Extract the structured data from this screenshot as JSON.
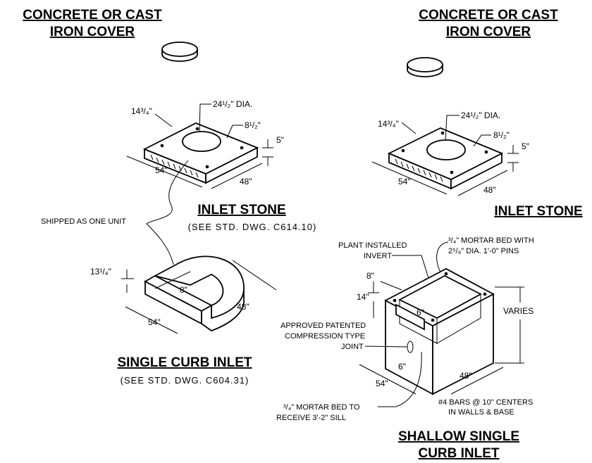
{
  "left": {
    "cover_title_1": "CONCRETE OR CAST",
    "cover_title_2": "IRON COVER",
    "stone_dim_side": "14³/₄\"",
    "stone_dim_dia": "24¹/₂\" DIA.",
    "stone_dim_edge": "8¹/₂\"",
    "stone_dim_thick": "5\"",
    "stone_dim_width": "54\"",
    "stone_dim_depth": "48\"",
    "shipped_note": "SHIPPED AS ONE UNIT",
    "stone_title": "INLET STONE",
    "stone_ref": "(SEE STD. DWG. C614.10)",
    "inlet_dim_height": "13¹/₄\"",
    "inlet_dim_inner": "8\"",
    "inlet_dim_width": "54\"",
    "inlet_dim_depth": "48\"",
    "inlet_title": "SINGLE CURB INLET",
    "inlet_ref": "(SEE STD. DWG. C604.31)"
  },
  "right": {
    "cover_title_1": "CONCRETE OR CAST",
    "cover_title_2": "IRON COVER",
    "stone_dim_side": "14³/₄\"",
    "stone_dim_dia": "24¹/₂\" DIA.",
    "stone_dim_edge": "8¹/₂\"",
    "stone_dim_thick": "5\"",
    "stone_dim_width": "54\"",
    "stone_dim_depth": "48\"",
    "stone_title": "INLET STONE",
    "mortar_top_1": "³/₄\" MORTAR BED WITH",
    "mortar_top_2": "2⁵/₈\" DIA. 1'-0\" PINS",
    "plant_1": "PLANT INSTALLED",
    "plant_2": "INVERT",
    "dim_8": "8\"",
    "dim_14": "14\"",
    "dim_6a": "6\"",
    "dim_varies": "VARIES",
    "joint_1": "APPROVED PATENTED",
    "joint_2": "COMPRESSION TYPE",
    "joint_3": "JOINT",
    "dim_6b": "6\"",
    "dim_48": "48\"",
    "dim_54": "54\"",
    "bars_1": "#4 BARS @ 10\" CENTERS",
    "bars_2": "IN WALLS & BASE",
    "mortar_bot_1": "³/₄\" MORTAR BED TO",
    "mortar_bot_2": "RECEIVE 3'-2\" SILL",
    "shallow_title_1": "SHALLOW SINGLE",
    "shallow_title_2": "CURB INLET"
  }
}
